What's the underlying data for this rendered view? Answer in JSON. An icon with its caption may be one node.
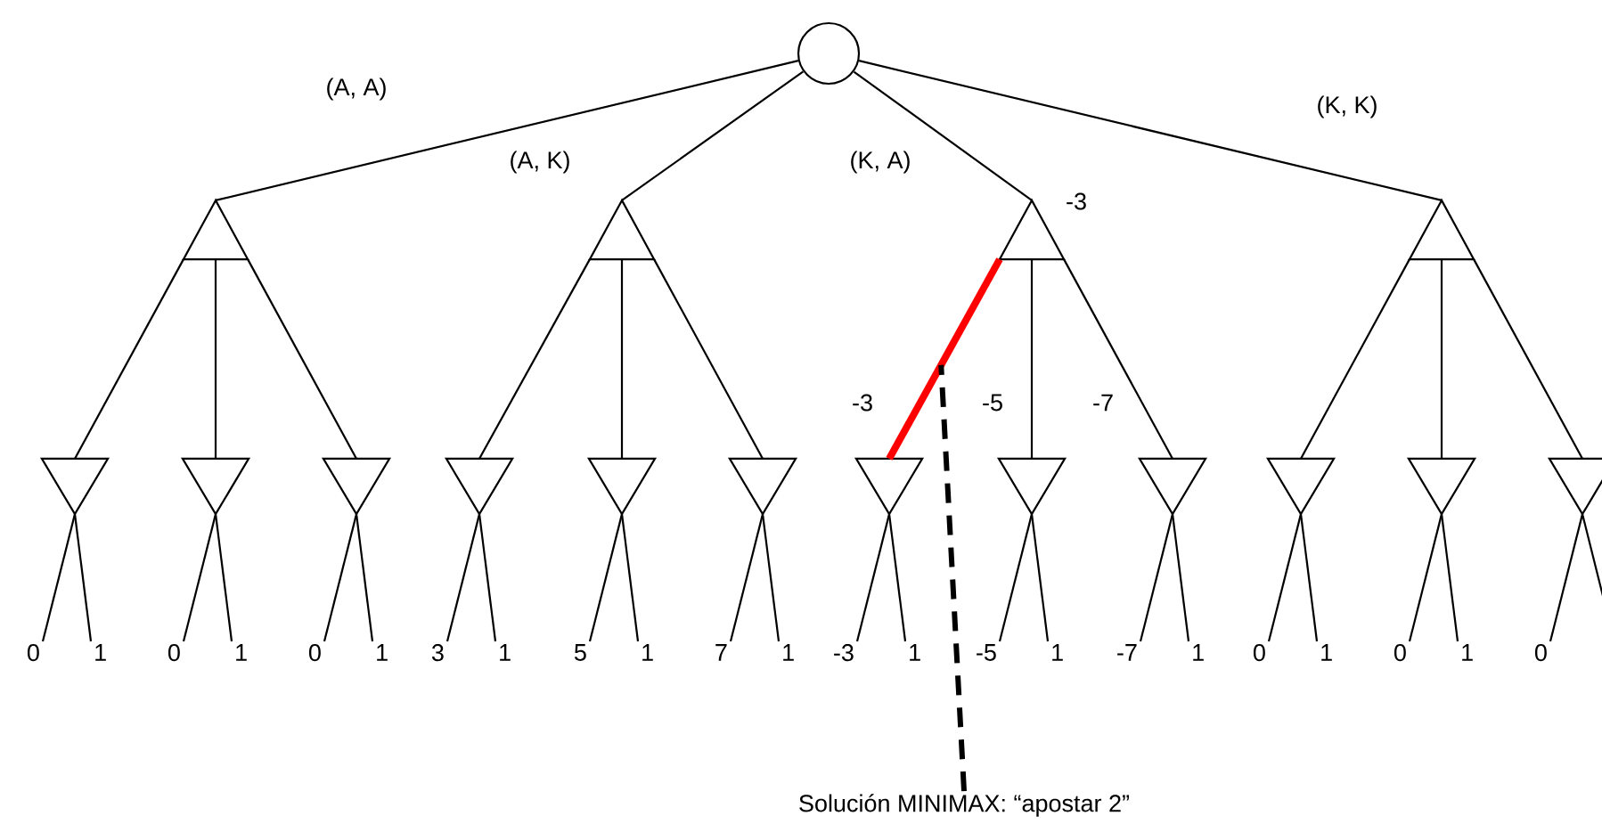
{
  "diagram": {
    "nodes": [
      {
        "text": [],
        "shape": "circle"
      },
      {
        "text": [],
        "shape": "triangle"
      },
      {
        "text": [],
        "shape": "triangle"
      },
      {
        "text": [],
        "shape": "triangle",
        "beside": [
          "-3"
        ]
      },
      {
        "text": [],
        "shape": "triangle"
      },
      {
        "text": [],
        "shape": "triangle"
      },
      {
        "text": [],
        "shape": "triangle"
      },
      {
        "text": [],
        "shape": "triangle"
      },
      {
        "text": [],
        "shape": "triangle"
      },
      {
        "text": [],
        "shape": "triangle"
      },
      {
        "text": [],
        "shape": "triangle"
      },
      {
        "text": [],
        "shape": "triangle"
      },
      {
        "text": [],
        "shape": "triangle"
      },
      {
        "text": [],
        "shape": "triangle"
      },
      {
        "text": [],
        "shape": "triangle"
      },
      {
        "text": [],
        "shape": "triangle"
      },
      {
        "text": [],
        "shape": "triangle"
      },
      {
        "text": [
          "0"
        ]
      },
      {
        "text": [
          "1"
        ]
      },
      {
        "text": [
          "0"
        ]
      },
      {
        "text": [
          "1"
        ]
      },
      {
        "text": [
          "0"
        ]
      },
      {
        "text": [
          "1"
        ]
      },
      {
        "text": [
          "3"
        ]
      },
      {
        "text": [
          "1"
        ]
      },
      {
        "text": [
          "5"
        ]
      },
      {
        "text": [
          "1"
        ]
      },
      {
        "text": [
          "7"
        ]
      },
      {
        "text": [
          "1"
        ]
      },
      {
        "text": [
          "-3"
        ]
      },
      {
        "text": [
          "1"
        ]
      },
      {
        "text": [
          "-5"
        ]
      },
      {
        "text": [
          "1"
        ]
      },
      {
        "text": [
          "-7"
        ]
      },
      {
        "text": [
          "1"
        ]
      },
      {
        "text": [
          "0"
        ]
      },
      {
        "text": [
          "1"
        ]
      },
      {
        "text": [
          "0"
        ]
      },
      {
        "text": [
          "1"
        ]
      },
      {
        "text": [
          "0"
        ]
      },
      {
        "text": [
          "Solución MINIMAX: “apostar 2”"
        ]
      }
    ],
    "edges": [
      {
        "from": 0,
        "to": 1,
        "arrow": "none",
        "label": "(A, A)"
      },
      {
        "from": 0,
        "to": 2,
        "arrow": "none",
        "label": "(A, K)"
      },
      {
        "from": 0,
        "to": 3,
        "arrow": "none",
        "label": "(K, A)"
      },
      {
        "from": 0,
        "to": 4,
        "arrow": "none",
        "label": "(K, K)"
      },
      {
        "from": 1,
        "to": 5,
        "arrow": "none"
      },
      {
        "from": 1,
        "to": 6,
        "arrow": "none"
      },
      {
        "from": 1,
        "to": 7,
        "arrow": "none"
      },
      {
        "from": 2,
        "to": 8,
        "arrow": "none"
      },
      {
        "from": 2,
        "to": 9,
        "arrow": "none"
      },
      {
        "from": 2,
        "to": 10,
        "arrow": "none"
      },
      {
        "from": 3,
        "to": 11,
        "arrow": "none",
        "label": "-3",
        "style": "thick",
        "color": "#ff0000"
      },
      {
        "from": 3,
        "to": 12,
        "arrow": "none",
        "label": "-5"
      },
      {
        "from": 3,
        "to": 13,
        "arrow": "none",
        "label": "-7"
      },
      {
        "from": 4,
        "to": 14,
        "arrow": "none"
      },
      {
        "from": 4,
        "to": 15,
        "arrow": "none"
      },
      {
        "from": 4,
        "to": 16,
        "arrow": "none"
      },
      {
        "from": 5,
        "to": 17,
        "arrow": "none"
      },
      {
        "from": 5,
        "to": 18,
        "arrow": "none"
      },
      {
        "from": 6,
        "to": 19,
        "arrow": "none"
      },
      {
        "from": 6,
        "to": 20,
        "arrow": "none"
      },
      {
        "from": 7,
        "to": 21,
        "arrow": "none"
      },
      {
        "from": 7,
        "to": 22,
        "arrow": "none"
      },
      {
        "from": 8,
        "to": 23,
        "arrow": "none"
      },
      {
        "from": 8,
        "to": 24,
        "arrow": "none"
      },
      {
        "from": 9,
        "to": 25,
        "arrow": "none"
      },
      {
        "from": 9,
        "to": 26,
        "arrow": "none"
      },
      {
        "from": 10,
        "to": 27,
        "arrow": "none"
      },
      {
        "from": 10,
        "to": 28,
        "arrow": "none"
      },
      {
        "from": 11,
        "to": 29,
        "arrow": "none"
      },
      {
        "from": 11,
        "to": 30,
        "arrow": "none"
      },
      {
        "from": 12,
        "to": 31,
        "arrow": "none"
      },
      {
        "from": 12,
        "to": 32,
        "arrow": "none"
      },
      {
        "from": 13,
        "to": 33,
        "arrow": "none"
      },
      {
        "from": 13,
        "to": 34,
        "arrow": "none"
      },
      {
        "from": 14,
        "to": 35,
        "arrow": "none"
      },
      {
        "from": 14,
        "to": 36,
        "arrow": "none"
      },
      {
        "from": 15,
        "to": 37,
        "arrow": "none"
      },
      {
        "from": 15,
        "to": 38,
        "arrow": "none"
      },
      {
        "from": 16,
        "to": 39,
        "arrow": "none"
      },
      {
        "from": 16,
        "to": null,
        "arrow": "none"
      },
      {
        "from": 40,
        "to": null,
        "arrow": "none",
        "style": "dashed"
      }
    ]
  }
}
